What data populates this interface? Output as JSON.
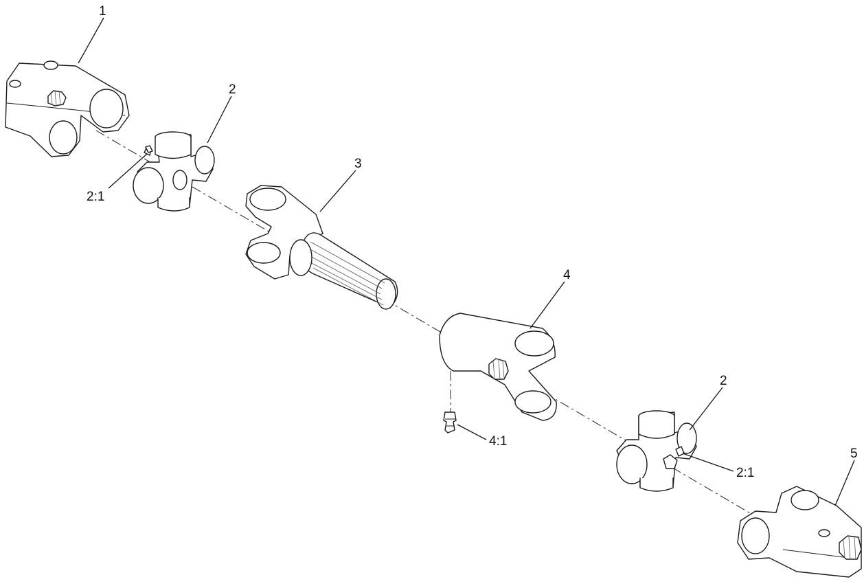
{
  "callouts": {
    "c1": "1",
    "c2a": "2",
    "c2b": "2",
    "c3": "3",
    "c4": "4",
    "c5": "5",
    "c21a": "2:1",
    "c21b": "2:1",
    "c41": "4:1"
  }
}
